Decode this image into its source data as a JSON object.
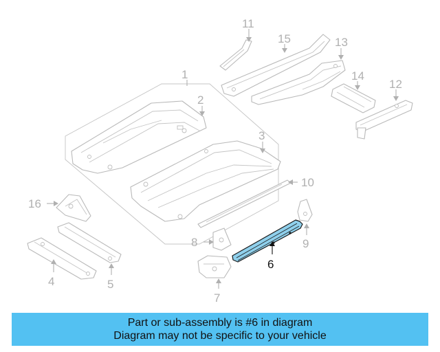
{
  "colors": {
    "banner_background": "#53c1f2",
    "highlight_fill": "#8fd0ec",
    "part_stroke": "#b9b9b9",
    "highlight_label": "#111111"
  },
  "callouts": {
    "c1": "1",
    "c2": "2",
    "c3": "3",
    "c4": "4",
    "c5": "5",
    "c6": "6",
    "c7": "7",
    "c8": "8",
    "c9": "9",
    "c10": "10",
    "c11": "11",
    "c12": "12",
    "c13": "13",
    "c14": "14",
    "c15": "15",
    "c16": "16"
  },
  "highlighted_part": "6",
  "banner": {
    "line1": "Part or sub-assembly is #6 in diagram",
    "line2": "Diagram may not be specific to your vehicle"
  }
}
